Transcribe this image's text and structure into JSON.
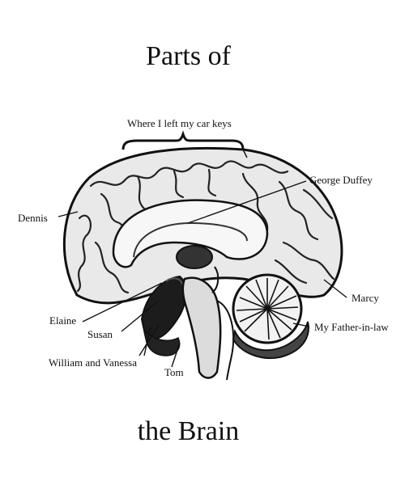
{
  "title_top": "Parts of",
  "title_bottom": "the Brain",
  "labels": {
    "car_keys": "Where I left my car keys",
    "george": "George Duffey",
    "dennis": "Dennis",
    "marcy": "Marcy",
    "elaine": "Elaine",
    "father_in_law": "My Father-in-law",
    "susan": "Susan",
    "william_vanessa": "William and Vanessa",
    "tom": "Tom"
  }
}
